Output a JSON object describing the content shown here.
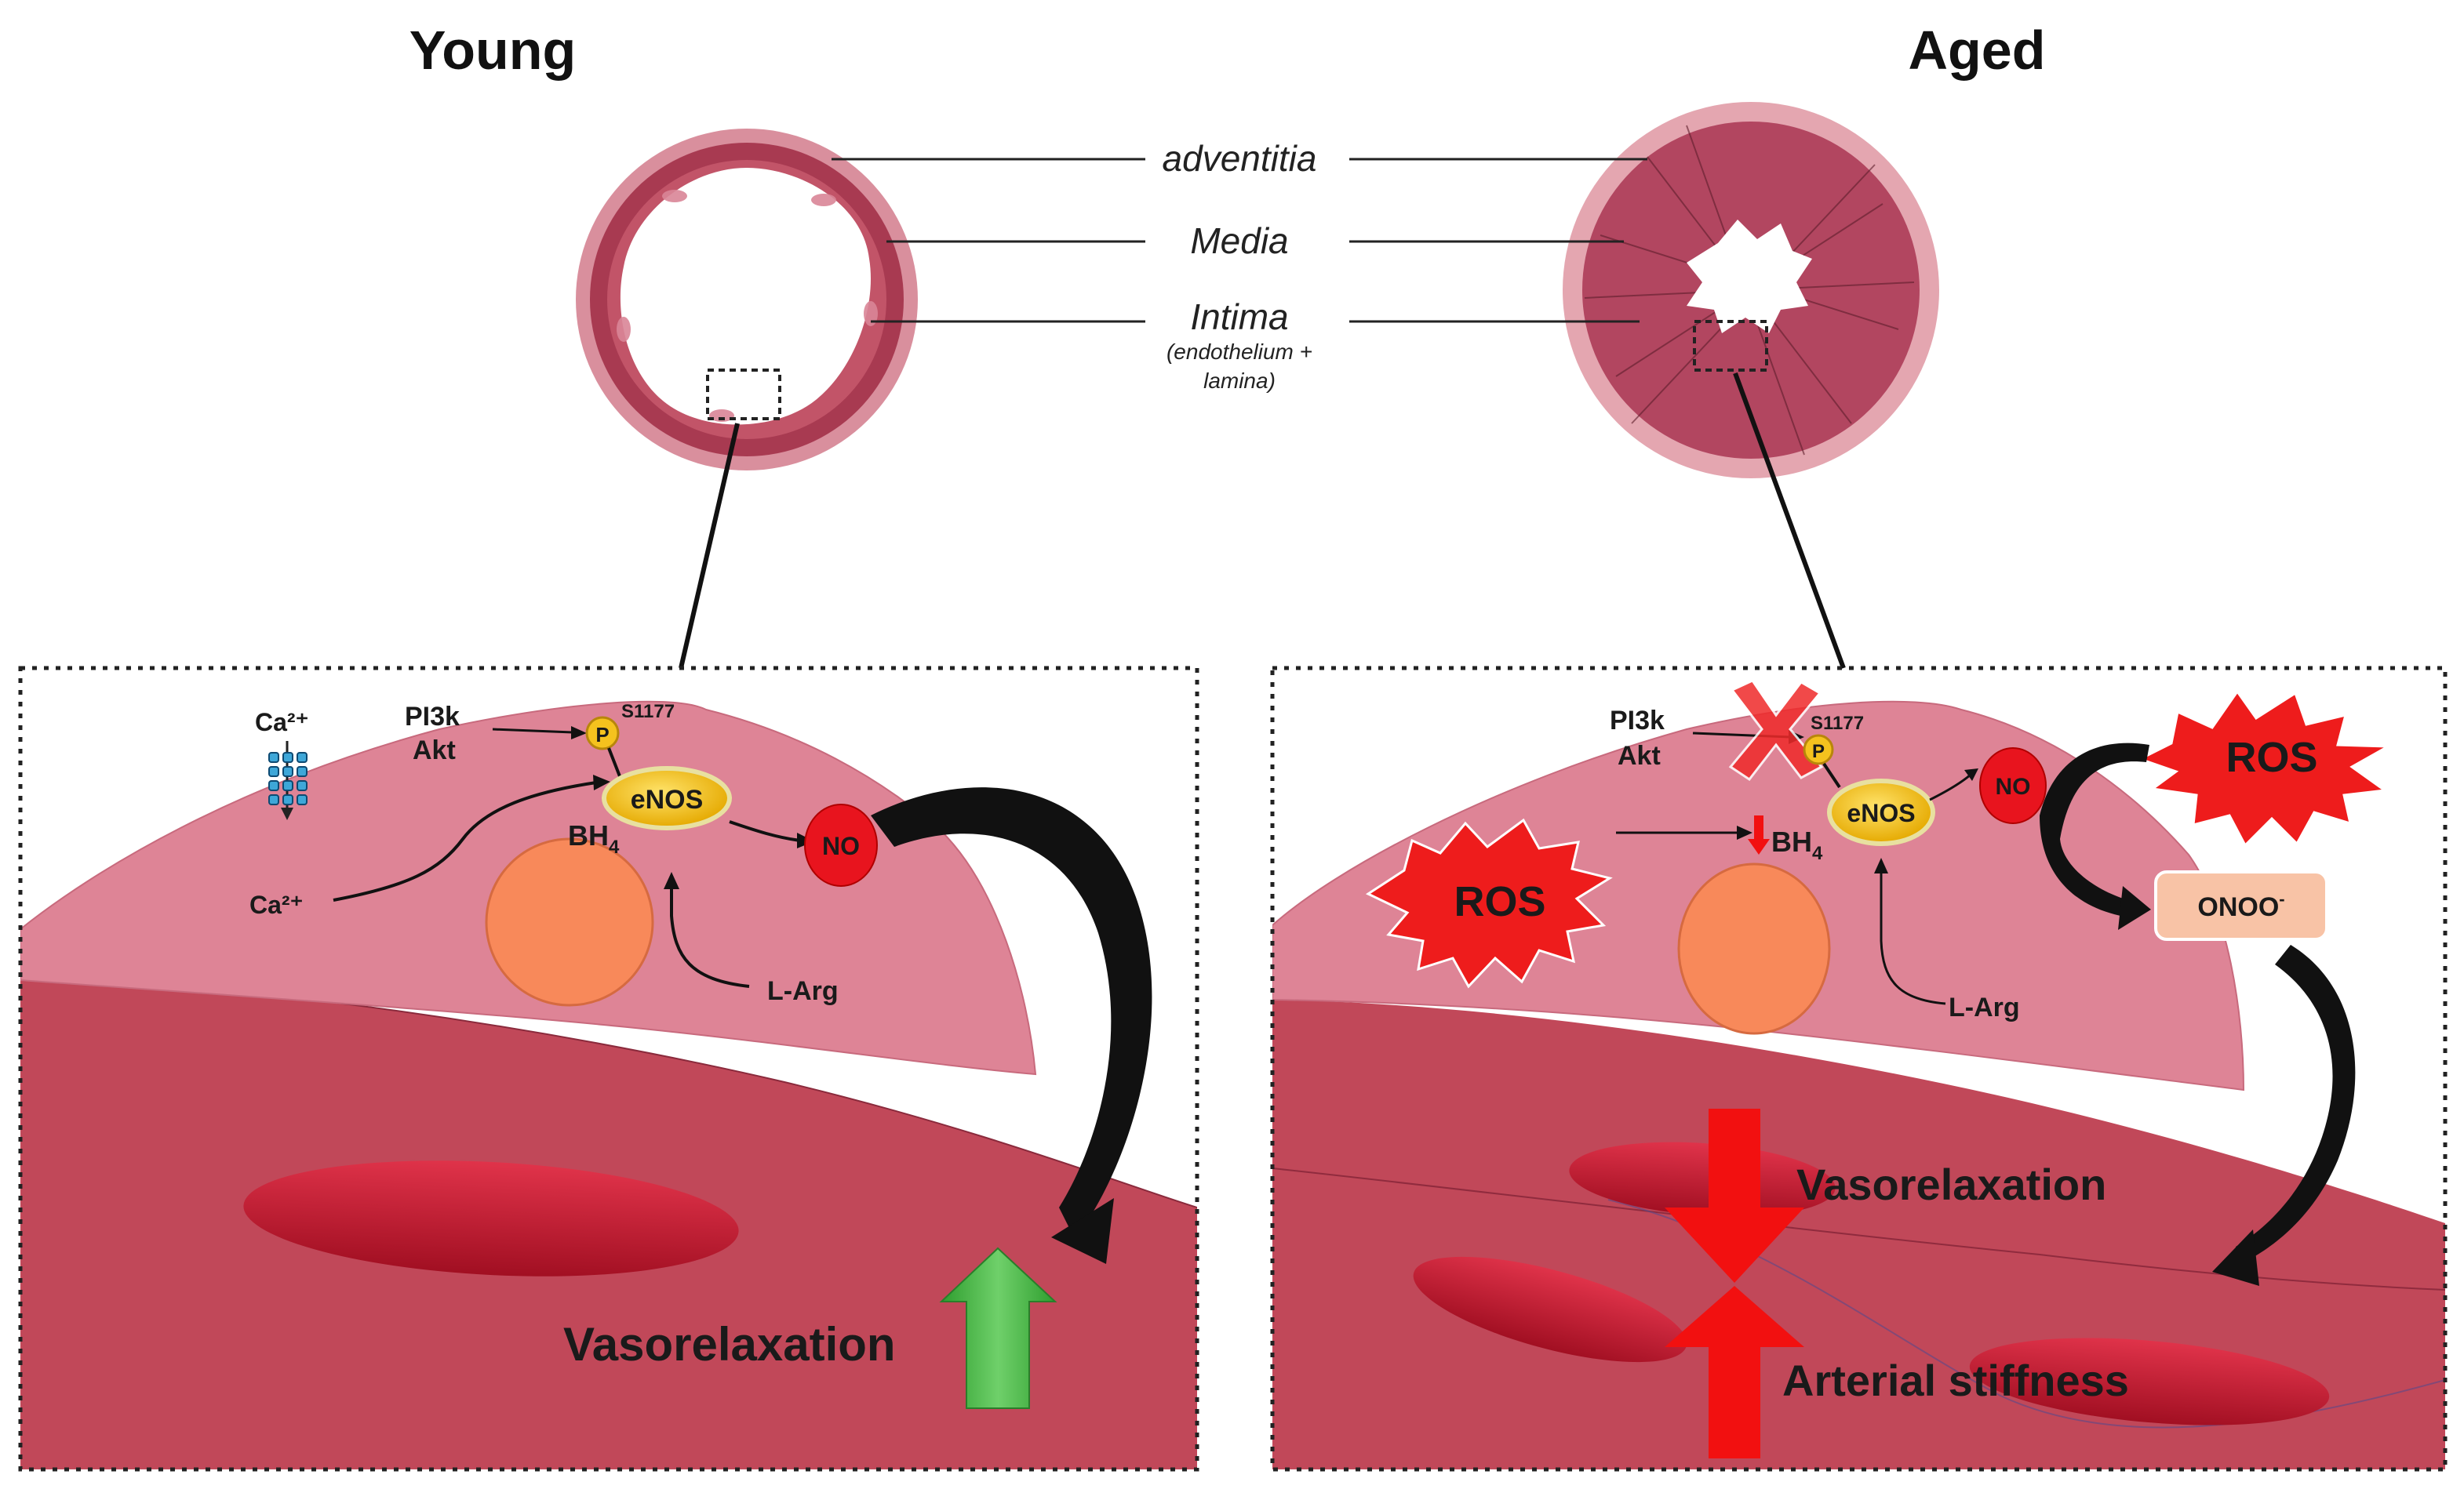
{
  "titles": {
    "young": "Young",
    "aged": "Aged"
  },
  "layers": {
    "adventitia": "adventitia",
    "media": "Media",
    "intima": "Intima",
    "intima_note_1": "(endothelium +",
    "intima_note_2": "lamina)"
  },
  "young_panel": {
    "ca_top": "Ca²⁺",
    "ca_bottom": "Ca²⁺",
    "pi3k": "PI3k",
    "akt": "Akt",
    "phospho": "P",
    "site": "S1177",
    "enos": "eNOS",
    "bh4": "BH",
    "bh4_sub": "4",
    "no": "NO",
    "larg": "L-Arg",
    "outcome": "Vasorelaxation"
  },
  "aged_panel": {
    "pi3k": "PI3k",
    "akt": "Akt",
    "phospho": "P",
    "site": "S1177",
    "enos": "eNOS",
    "bh4": "BH",
    "bh4_sub": "4",
    "no": "NO",
    "ros_left": "ROS",
    "ros_right": "ROS",
    "onoo": "ONOO",
    "onoo_sup": "-",
    "larg": "L-Arg",
    "outcome_1": "Vasorelaxation",
    "outcome_2": "Arterial stiffness"
  },
  "colors": {
    "endothelium": "#de8496",
    "smooth_muscle": "#bf4557",
    "nucleus": "#f8895a",
    "enos": "#f2c21b",
    "no_red": "#e8141e",
    "ros_red": "#ee1c1c",
    "arrow_up_green": "#3fb13b",
    "arrow_red": "#f21010",
    "onoo_fill": "#f8c3a6"
  }
}
